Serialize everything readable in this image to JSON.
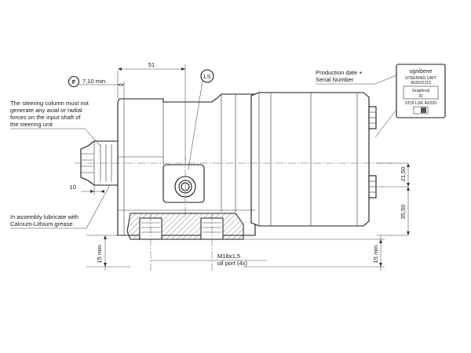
{
  "dimensions": {
    "d51": "51",
    "d710": "7,10 min.",
    "d10": "10",
    "d2150": "21,50",
    "d3550": "35,50",
    "d15left": "15 min.",
    "d15right": "15 min."
  },
  "callouts": {
    "f_symbol": "F",
    "ls_symbol": "LS"
  },
  "notes": {
    "steering_column": [
      "The steering column must not",
      "generate any axial or radial",
      "forces on the input shaft of",
      "the steering unit"
    ],
    "lubricate": [
      "In assembly lubricate with",
      "Calcium-Lithium grease"
    ],
    "production": [
      "Production date +",
      "Serial Number"
    ],
    "port": [
      "M18x1,5",
      "oil port (4x)"
    ]
  },
  "label": {
    "brand": "ognibene",
    "lines": [
      "STEERING UNIT",
      "903022113"
    ],
    "box": [
      "Graphical",
      "ID"
    ],
    "code": "STDI LSR 40/220"
  }
}
